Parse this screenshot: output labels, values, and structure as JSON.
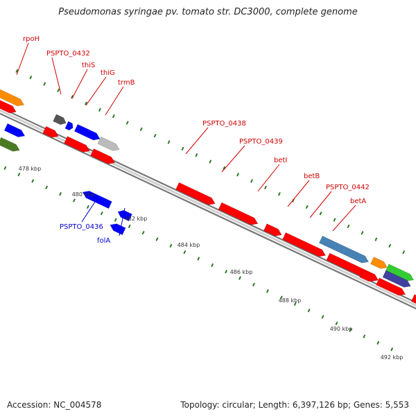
{
  "title": "Pseudomonas syringae pv. tomato str. DC3000, complete genome",
  "accession": "Accession: NC_004578",
  "topology": "Topology: circular; Length: 6,397,126 bp; Genes: 5,553",
  "colors": {
    "red": "#ff0000",
    "blue": "#0000ff",
    "label_red": "#cc0000",
    "label_blue": "#0000cc",
    "tick": "#2a7a22"
  },
  "tick_labels": [
    "478 kbp",
    "480 kbp",
    "482 kbp",
    "484 kbp",
    "486 kbp",
    "488 kbp",
    "490 kbp",
    "492 kbp"
  ],
  "gene_labels": [
    {
      "text": "rpoH",
      "color": "red"
    },
    {
      "text": "PSPTO_0432",
      "color": "red"
    },
    {
      "text": "thiS",
      "color": "red"
    },
    {
      "text": "thiG",
      "color": "red"
    },
    {
      "text": "trmB",
      "color": "red"
    },
    {
      "text": "PSPTO_0438",
      "color": "red"
    },
    {
      "text": "PSPTO_0439",
      "color": "red"
    },
    {
      "text": "betI",
      "color": "red"
    },
    {
      "text": "betB",
      "color": "red"
    },
    {
      "text": "PSPTO_0442",
      "color": "red"
    },
    {
      "text": "betA",
      "color": "red"
    },
    {
      "text": "PSPTO_0436",
      "color": "blue"
    },
    {
      "text": "folA",
      "color": "blue"
    }
  ]
}
